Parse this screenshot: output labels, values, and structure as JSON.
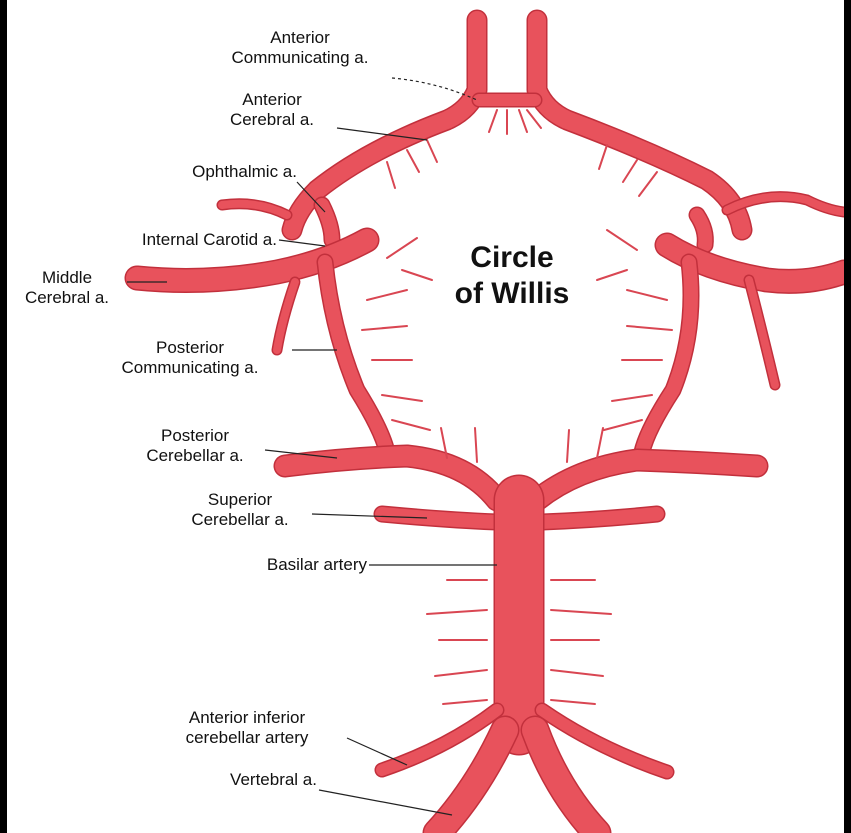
{
  "title": {
    "line1": "Circle",
    "line2": "of Willis"
  },
  "labels": {
    "anterior_communicating": [
      "Anterior",
      "Communicating a."
    ],
    "anterior_cerebral": [
      "Anterior",
      "Cerebral a."
    ],
    "ophthalmic": "Ophthalmic a.",
    "internal_carotid": "Internal Carotid a.",
    "middle_cerebral": [
      "Middle",
      "Cerebral a."
    ],
    "posterior_communicating": [
      "Posterior",
      "Communicating a."
    ],
    "posterior_cerebellar": [
      "Posterior",
      "Cerebellar a."
    ],
    "superior_cerebellar": [
      "Superior",
      "Cerebellar a."
    ],
    "basilar": "Basilar artery",
    "anterior_inferior_cerebellar": [
      "Anterior inferior",
      "cerebellar artery"
    ],
    "vertebral": "Vertebral a."
  },
  "colors": {
    "artery": "#e8525c",
    "artery_outline": "#c2303c",
    "branch": "#d94652",
    "background": "#ffffff",
    "frame": "#000000"
  }
}
